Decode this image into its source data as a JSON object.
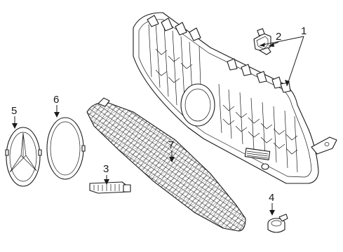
{
  "diagram": {
    "callouts": [
      {
        "id": "1",
        "label": "1"
      },
      {
        "id": "2",
        "label": "2"
      },
      {
        "id": "3",
        "label": "3"
      },
      {
        "id": "4",
        "label": "4"
      },
      {
        "id": "5",
        "label": "5"
      },
      {
        "id": "6",
        "label": "6"
      },
      {
        "id": "7",
        "label": "7"
      }
    ]
  },
  "colors": {
    "line": "#1a1a1a",
    "background": "#ffffff"
  }
}
